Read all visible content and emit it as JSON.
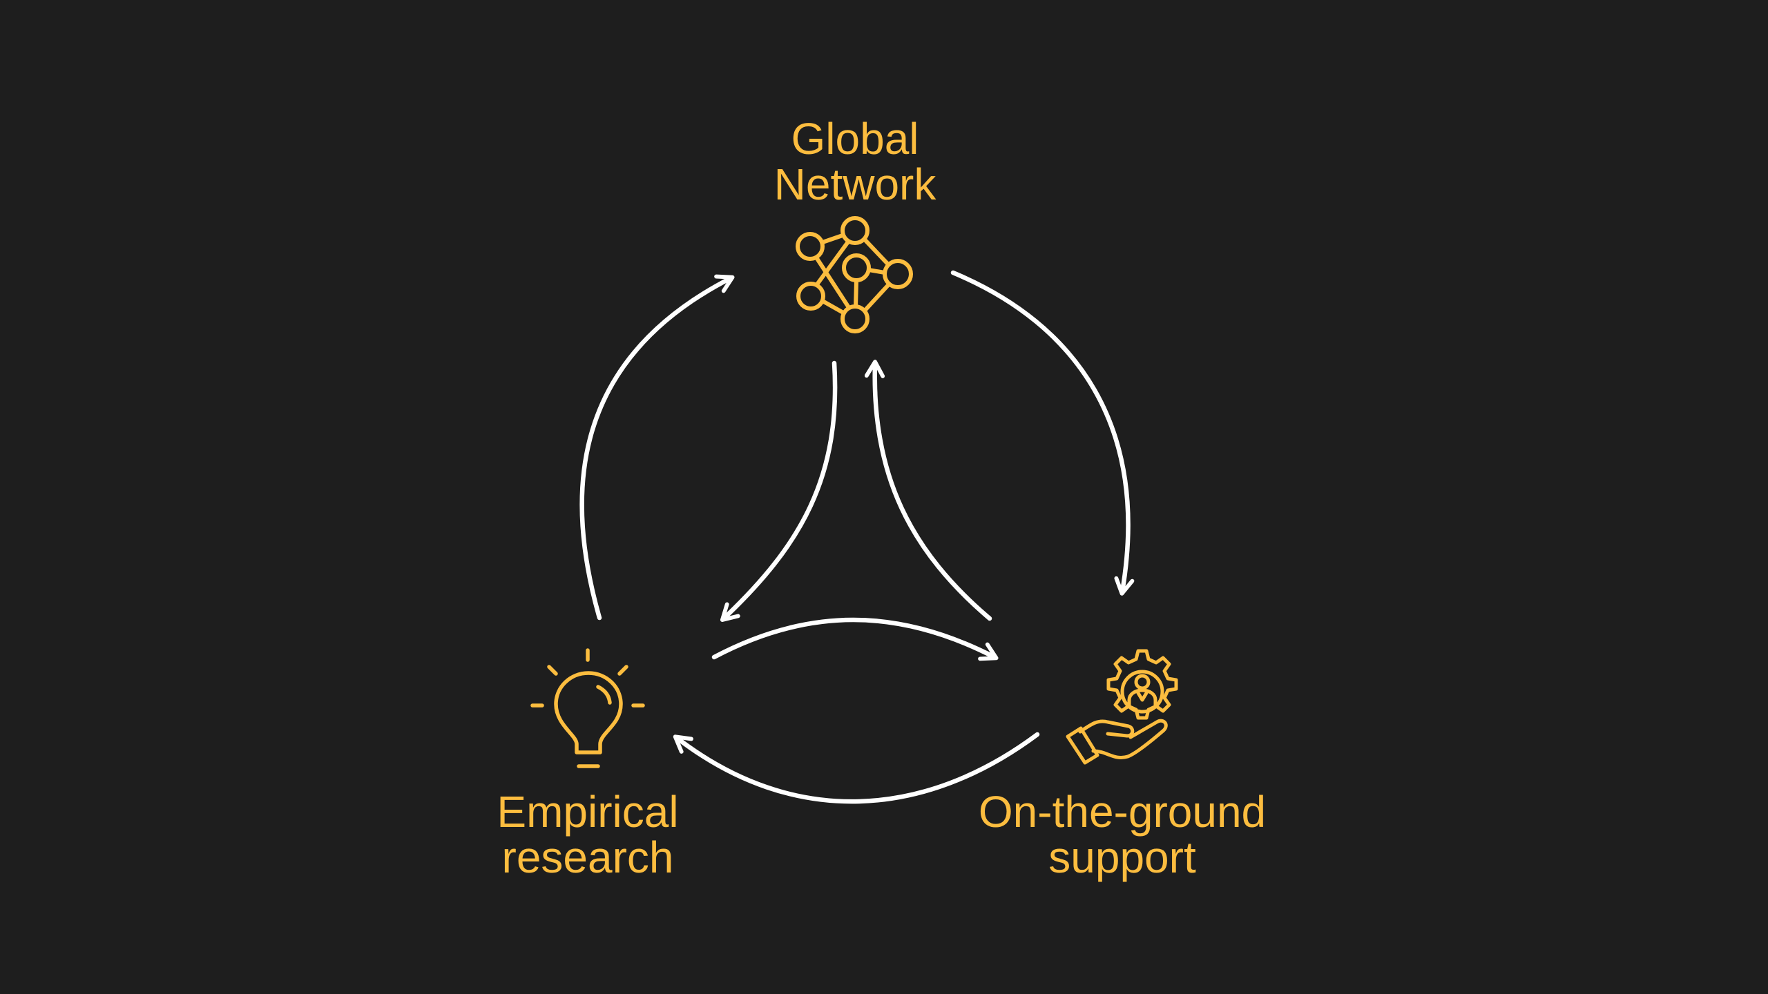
{
  "colors": {
    "background": "#1e1e1e",
    "accent": "#fcbd3f",
    "arrow": "#ffffff"
  },
  "nodes": {
    "global_network": {
      "line1": "Global",
      "line2": "Network",
      "icon": "network-icon"
    },
    "empirical_research": {
      "line1": "Empirical",
      "line2": "research",
      "icon": "lightbulb-icon"
    },
    "on_the_ground_support": {
      "line1": "On-the-ground",
      "line2": "support",
      "icon": "hand-gear-person-icon"
    }
  }
}
